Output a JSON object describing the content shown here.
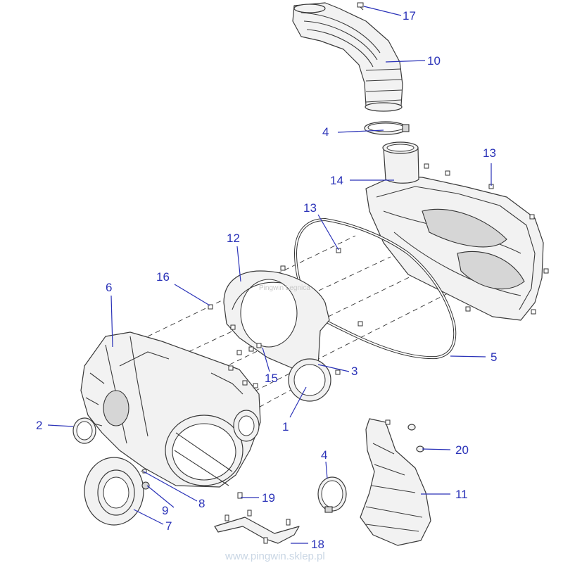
{
  "diagram": {
    "callouts": {
      "c1": "1",
      "c2": "2",
      "c3": "3",
      "c4a": "4",
      "c4b": "4",
      "c5": "5",
      "c6": "6",
      "c7": "7",
      "c8": "8",
      "c9": "9",
      "c10": "10",
      "c11": "11",
      "c12": "12",
      "c13a": "13",
      "c13b": "13",
      "c14": "14",
      "c15": "15",
      "c16": "16",
      "c17": "17",
      "c18": "18",
      "c19": "19",
      "c20": "20"
    },
    "watermark": "www.pingwin.sklep.pl",
    "stamp": "Pingwin Legnica"
  },
  "colors": {
    "callout": "#2a32b8",
    "line": "#333333",
    "part_fill": "#f2f2f2"
  }
}
